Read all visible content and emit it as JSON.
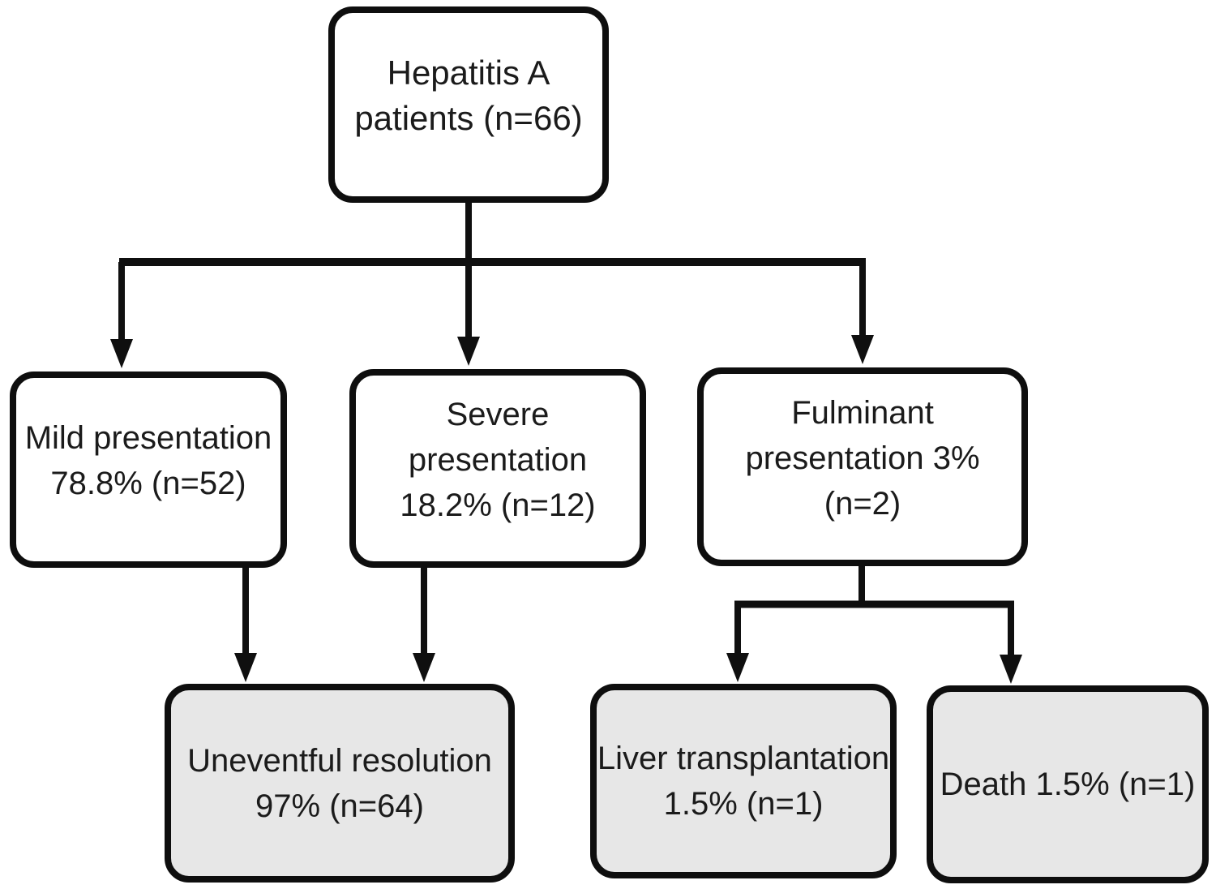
{
  "title": "Hepatitis A patient outcomes flowchart",
  "colors": {
    "line_and_border": "#0e0e0e",
    "presentation_node_fill": "#ffffff",
    "outcome_node_fill": "#e7e7e7",
    "text": "#1b1b1b",
    "background": "#ffffff"
  },
  "nodes": {
    "root": {
      "lines": [
        "Hepatitis A",
        "patients (n=66)"
      ]
    },
    "mild": {
      "lines": [
        "Mild presentation",
        "78.8% (n=52)"
      ]
    },
    "severe": {
      "lines": [
        "Severe presentation",
        "18.2% (n=12)"
      ]
    },
    "fulminant": {
      "lines": [
        "Fulminant",
        "presentation 3% (n=2)"
      ]
    },
    "uneventful": {
      "lines": [
        "Uneventful resolution",
        "97% (n=64)"
      ]
    },
    "transplant": {
      "lines": [
        "Liver transplantation",
        "1.5% (n=1)"
      ]
    },
    "death": {
      "lines": [
        "Death 1.5% (n=1)"
      ]
    }
  },
  "edges": [
    {
      "from": "root",
      "to": "mild"
    },
    {
      "from": "root",
      "to": "severe"
    },
    {
      "from": "root",
      "to": "fulminant"
    },
    {
      "from": "mild",
      "to": "uneventful"
    },
    {
      "from": "severe",
      "to": "uneventful"
    },
    {
      "from": "fulminant",
      "to": "transplant"
    },
    {
      "from": "fulminant",
      "to": "death"
    }
  ]
}
